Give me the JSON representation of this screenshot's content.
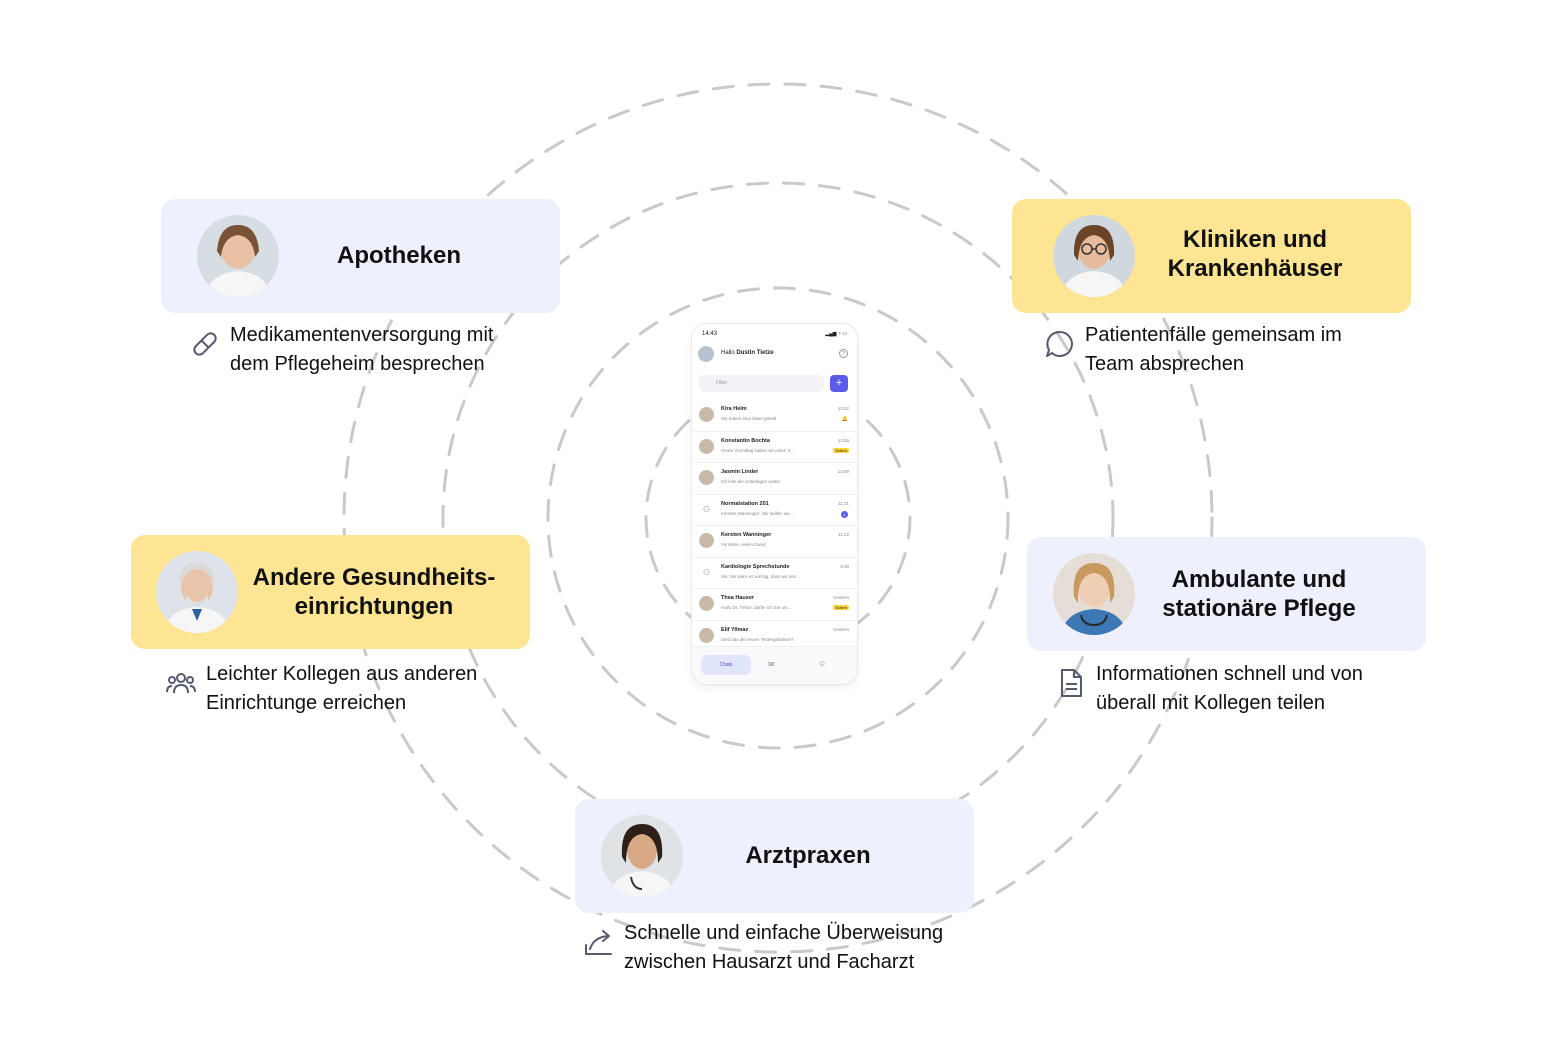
{
  "phone": {
    "time": "14:43",
    "greeting": "Hallo",
    "user": "Dustin Tietze",
    "filter_placeholder": "Filter",
    "add_label": "+",
    "chats": [
      {
        "name": "Kira Helm",
        "preview": "Sie haben eine Datei geteilt",
        "time": "13:52",
        "badge": "",
        "count": "",
        "bell": "🔔"
      },
      {
        "name": "Konstantin Bochta",
        "preview": "Heute Vormittag haben wir einen V...",
        "time": "13:46",
        "badge": "Extern",
        "count": "",
        "bell": ""
      },
      {
        "name": "Jasmin Linder",
        "preview": "Ich leite die Unterlagen weiter",
        "time": "12:59",
        "badge": "",
        "count": "",
        "bell": ""
      },
      {
        "name": "Normalstation 201",
        "preview": "Kersten Wanninger: Wir wollen wir...",
        "time": "11:31",
        "badge": "",
        "count": "1",
        "bell": ""
      },
      {
        "name": "Kersten Wanninger",
        "preview": "Vorstehe, vielen Dank!",
        "time": "11:22",
        "badge": "",
        "count": "",
        "bell": ""
      },
      {
        "name": "Kardiologie Sprechstunde",
        "preview": "Sie: Mir wäre es wichtig, dass wir uns...",
        "time": "9:30",
        "badge": "",
        "count": "",
        "bell": ""
      },
      {
        "name": "Thea Hauser",
        "preview": "Hallo Dr. Tietze, dürfte ich Sie um...",
        "time": "Gestern",
        "badge": "Extern",
        "count": "",
        "bell": ""
      },
      {
        "name": "Elif Yilmaz",
        "preview": "Sind das die neuen Testergebnisse?",
        "time": "Gestern",
        "badge": "",
        "count": "",
        "bell": ""
      }
    ],
    "tabs": {
      "chats": "Chats"
    }
  },
  "cards": {
    "apotheken": {
      "title": "Apotheken",
      "desc": [
        "Medikamentenversorgung mit",
        "dem Pflegeheim besprechen"
      ],
      "icon": "pill-icon"
    },
    "kliniken": {
      "title": [
        "Kliniken und",
        "Krankenhäuser"
      ],
      "desc": [
        "Patientenfälle gemeinsam im",
        "Team absprechen"
      ],
      "icon": "chat-bubble-icon"
    },
    "andere": {
      "title": [
        "Andere Gesundheits-",
        "einrichtungen"
      ],
      "desc": [
        "Leichter Kollegen aus anderen",
        "Einrichtunge erreichen"
      ],
      "icon": "group-icon"
    },
    "pflege": {
      "title": [
        "Ambulante und",
        "stationäre Pflege"
      ],
      "desc": [
        "Informationen schnell und von",
        "überall mit Kollegen teilen"
      ],
      "icon": "document-icon"
    },
    "arztpraxen": {
      "title": "Arztpraxen",
      "desc": [
        "Schnelle und einfache Überweisung",
        "zwischen Hausarzt und Facharzt"
      ],
      "icon": "share-icon"
    }
  },
  "colors": {
    "blue_card": "#eef1fd",
    "yellow_card": "#fde593",
    "ring": "#c9c9c9",
    "accent": "#5b5bea"
  }
}
